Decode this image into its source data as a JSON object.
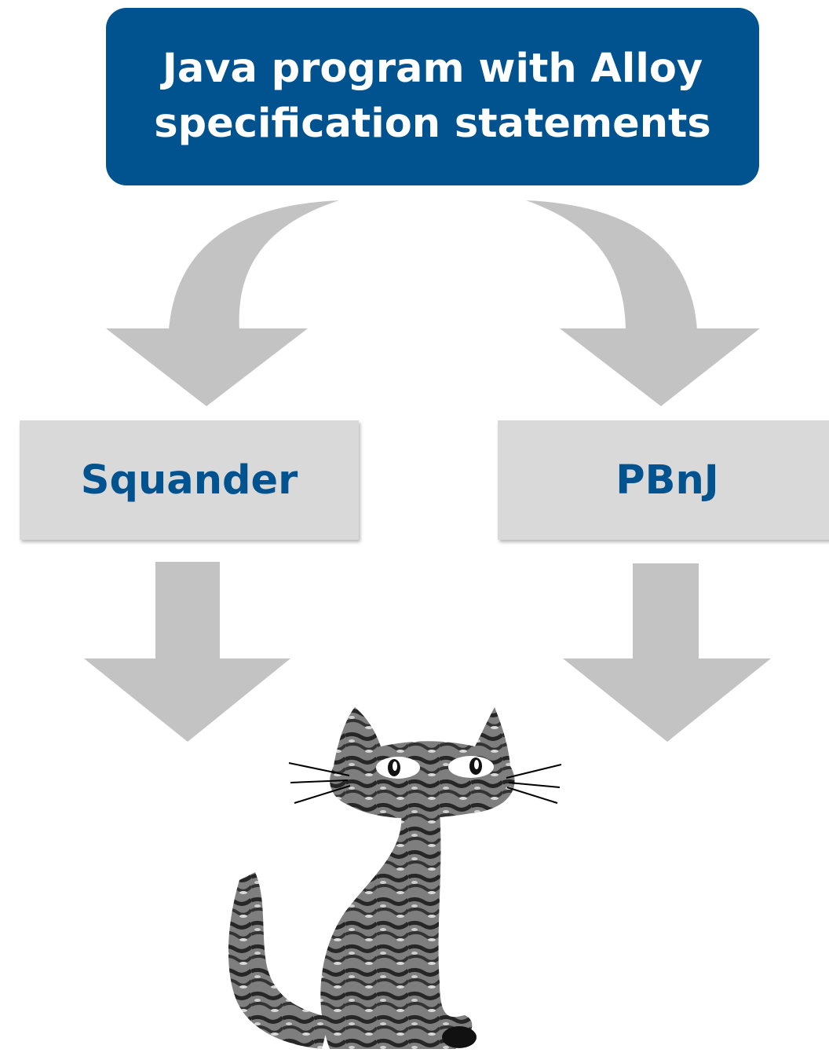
{
  "top_box": {
    "line1": "Java program with Alloy",
    "line2": "specification statements"
  },
  "tools": {
    "left": "Squander",
    "right": "PBnJ"
  },
  "colors": {
    "primary_blue": "#00538f",
    "box_gray": "#d9d9d9",
    "arrow_gray": "#c3c3c3"
  },
  "icons": {
    "bottom": "cat-icon"
  }
}
